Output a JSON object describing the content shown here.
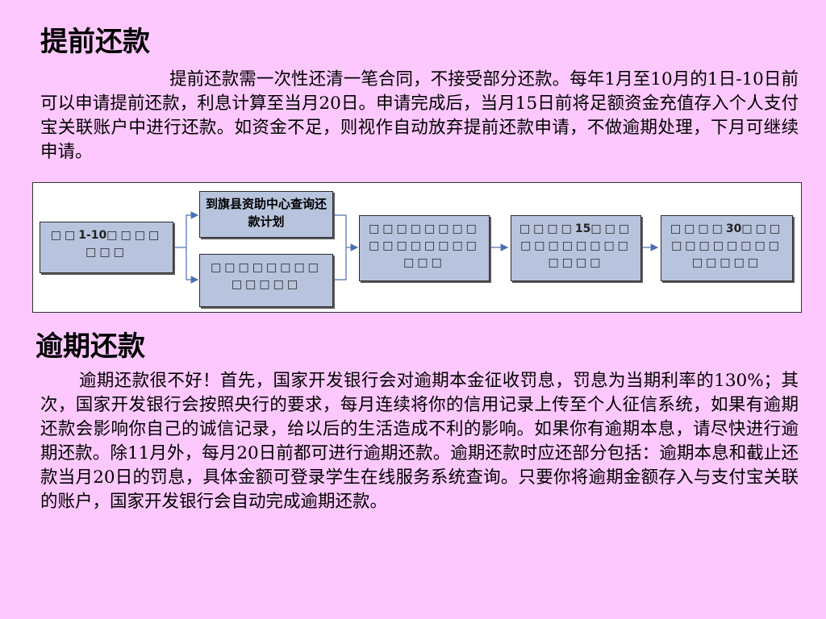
{
  "section1": {
    "title": "提前还款",
    "body": "提前还款需一次性还清一笔合同，不接受部分还款。每年1月至10月的1日-10日前可以申请提前还款，利息计算至当月20日。申请完成后，当月15日前将足额资金充值存入个人支付宝关联账户中进行还款。如资金不足，则视作自动放弃提前还款申请，不做逾期处理，下月可继续申请。"
  },
  "flowchart": {
    "box1": {
      "pre": "□□",
      "num": "1-10",
      "post": "□□□□□□□"
    },
    "box_top": "到旗县资助中心查询还款计划",
    "box_bottom": "□□□□□□□□□□□□□",
    "box3": "□□□□□□□□□□□□□□□□□□□",
    "box4": {
      "pre": "□□□□",
      "num": "15",
      "post": "□□□□□□□□□□□□□□□"
    },
    "box5": {
      "pre": "□□□□",
      "num": "30",
      "post": "□□□□□□□□□□□□□□□□"
    }
  },
  "section2": {
    "title": "逾期还款",
    "body": "逾期还款很不好！首先，国家开发银行会对逾期本金征收罚息，罚息为当期利率的130%；其次，国家开发银行会按照央行的要求，每月连续将你的信用记录上传至个人征信系统，如果有逾期还款会影响你自己的诚信记录，给以后的生活造成不利的影响。如果你有逾期本息，请尽快进行逾期还款。除11月外，每月20日前都可进行逾期还款。逾期还款时应还部分包括：逾期本息和截止还款当月20日的罚息，具体金额可登录学生在线服务系统查询。只要你将逾期金额存入与支付宝关联的账户，国家开发银行会自动完成逾期还款。"
  }
}
